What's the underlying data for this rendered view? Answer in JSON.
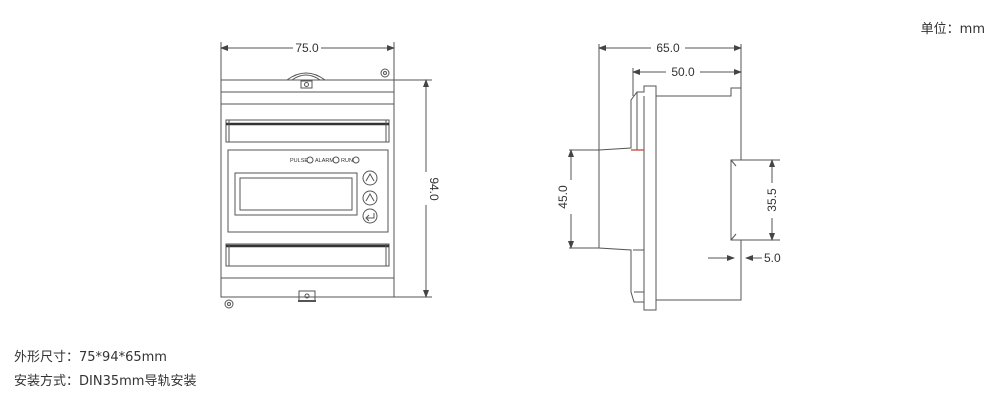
{
  "unit_label": "单位：mm",
  "front_view": {
    "width_dim": "75.0",
    "height_dim": "94.0",
    "indicators": {
      "pulse": "PULSE",
      "alarm": "ALARM",
      "run": "RUN"
    },
    "buttons": [
      "up-arrow",
      "up-arrow",
      "enter-return"
    ]
  },
  "side_view": {
    "depth_dim": "65.0",
    "body_dim": "50.0",
    "face_height_dim": "45.0",
    "rail_dim": "35.5",
    "clip_dim": "5.0"
  },
  "specs": {
    "dimensions_text": "外形尺寸：75*94*65mm",
    "mounting_text": "安装方式：DIN35mm导轨安装"
  },
  "colors": {
    "line": "#555555",
    "accent_red": "#c0392b"
  }
}
